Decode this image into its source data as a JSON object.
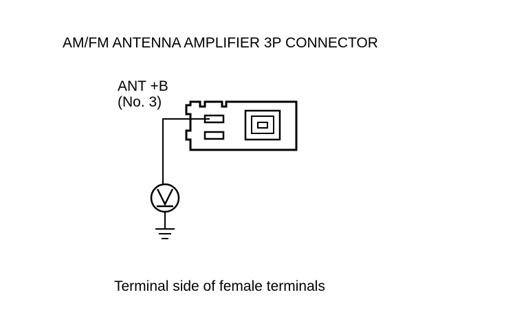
{
  "title": "AM/FM ANTENNA AMPLIFIER 3P CONNECTOR",
  "terminal": {
    "name": "ANT  +B",
    "number": "(No. 3)"
  },
  "caption": "Terminal side of female terminals",
  "meter": {
    "symbol": "V"
  },
  "connector": {
    "pins": 3
  }
}
